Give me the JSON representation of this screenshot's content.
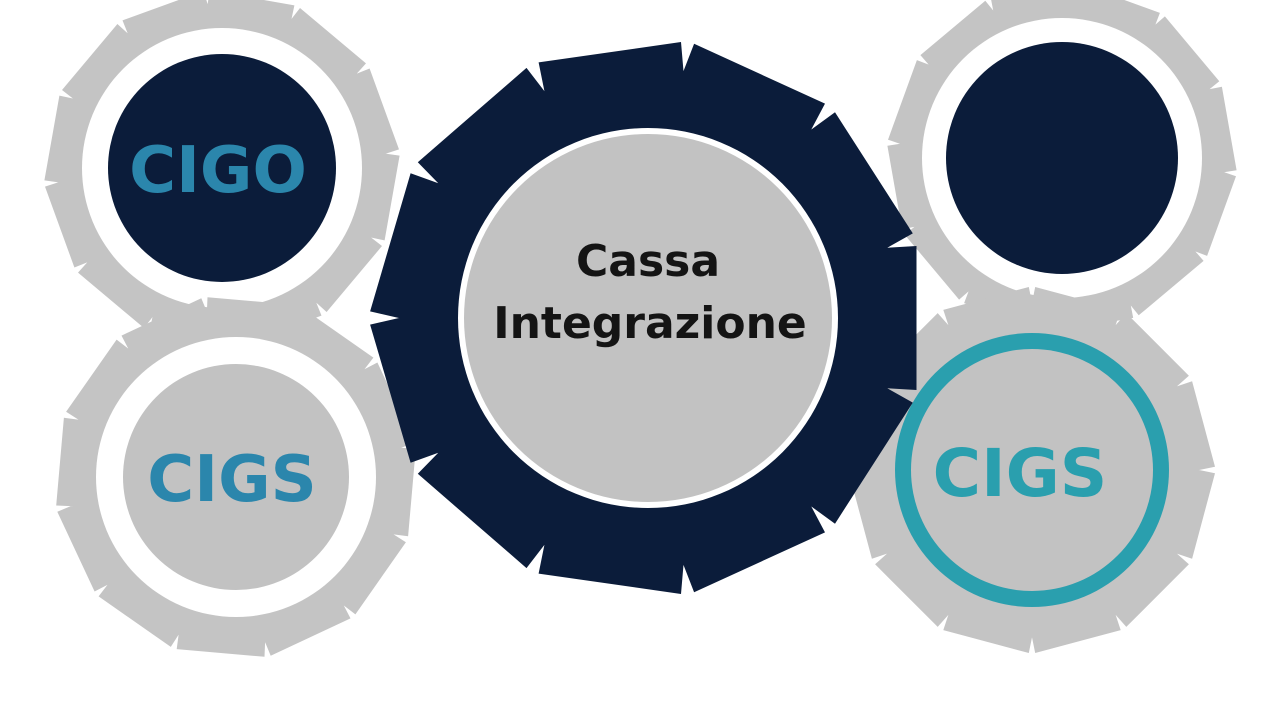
{
  "diagram": {
    "center": {
      "line1": "Cassa",
      "line2": "Integrazione"
    },
    "gears": [
      {
        "label": "CIGO",
        "style": "dark"
      },
      {
        "label": "",
        "style": "dark"
      },
      {
        "label": "CIGS",
        "style": "light"
      },
      {
        "label": "CIGS",
        "style": "teal"
      }
    ]
  },
  "colors": {
    "navy": "#0b1c3a",
    "gear_gray": "#c4c4c4",
    "disc_gray": "#c2c2c2",
    "teal": "#2a9fae",
    "label_blue": "#2b86ac",
    "center_text": "#141414",
    "white": "#ffffff"
  }
}
